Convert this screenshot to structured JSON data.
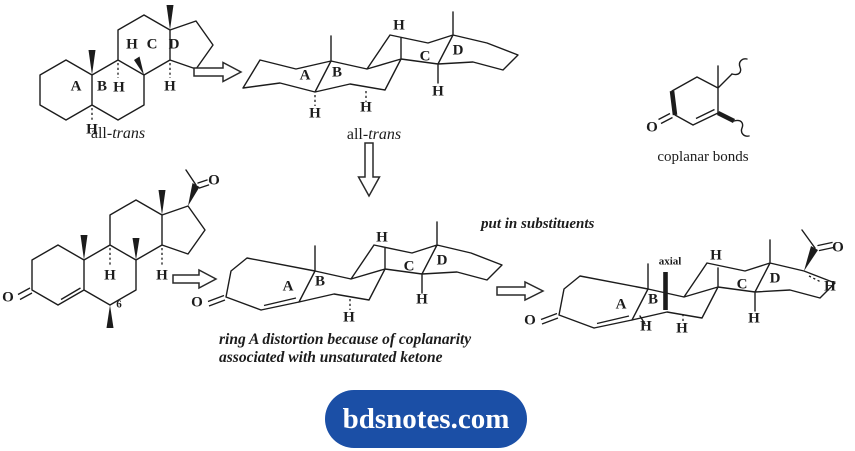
{
  "glyphs": {
    "ring_a": "A",
    "ring_b": "B",
    "ring_c": "C",
    "ring_d": "D",
    "hydrogen": "H",
    "oxygen": "O",
    "carbon6": "6",
    "axial": "axial"
  },
  "captions": {
    "all_trans_prefix": "all-",
    "all_trans_italic": "trans",
    "coplanar": "coplanar bonds",
    "put_in_substituents": "put in substituents",
    "ring_distortion_line1": "ring A distortion because of coplanarity",
    "ring_distortion_line2": "associated with unsaturated ketone"
  },
  "badge": {
    "text": "bdsnotes.com",
    "background": "#1b4fa6",
    "text_color": "#ffffff"
  },
  "colors": {
    "line": "#1c1c1c",
    "background": "#ffffff"
  }
}
